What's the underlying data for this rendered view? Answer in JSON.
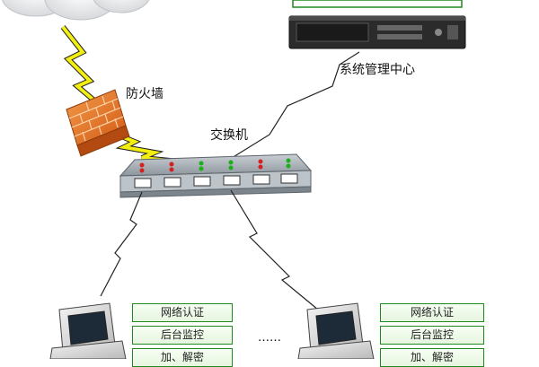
{
  "labels": {
    "firewall": "防火墙",
    "switch": "交换机",
    "management_center": "系统管理中心",
    "ellipsis": "……"
  },
  "left_station": {
    "features": [
      "网络认证",
      "后台监控",
      "加、解密"
    ]
  },
  "right_station": {
    "features": [
      "网络认证",
      "后台监控",
      "加、解密"
    ]
  },
  "colors": {
    "lightning": "#f2ee12",
    "firewall_brick": "#e8772a",
    "server_body": "#2b2b2b",
    "switch_body": "#9aa3ab",
    "port_led_red": "#d42020",
    "port_led_green": "#19b019",
    "feature_border": "#1f8a1f"
  }
}
